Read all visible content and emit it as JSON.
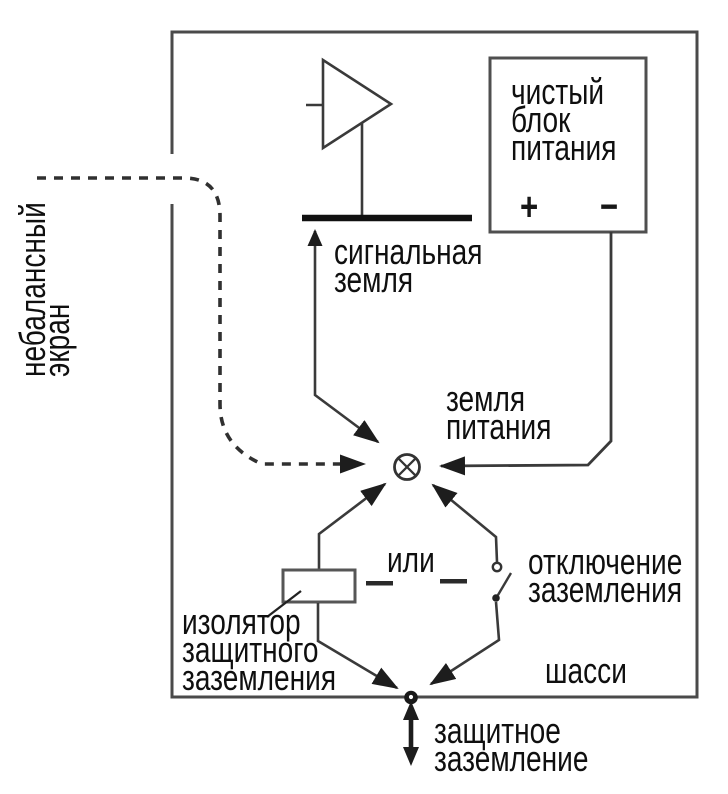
{
  "title": "grounding-scheme-diagram",
  "colors": {
    "background": "#ffffff",
    "wire": "#3a3a3a",
    "box_border": "#4f4f4f",
    "arrowhead": "#1d1d1d",
    "text": "#0f0f0f",
    "signal_ground_bar": "#111111"
  },
  "labels": {
    "unbalanced_shield": "небалансный\nэкран",
    "psu": "чистый\nблок\nпитания",
    "psu_plus": "+",
    "psu_minus": "−",
    "signal_ground": "сигнальная\nземля",
    "power_ground": "земля\nпитания",
    "or": "или",
    "ground_disconnect": "отключение\nзаземления",
    "isolator": "изолятор\nзащитного\nзаземления",
    "chassis": "шасси",
    "protective_earth": "защитное\nзаземление"
  },
  "icons": {
    "amplifier": "triangle-right",
    "summing_node": "⊗",
    "signal_ground_bar": "thick-bar",
    "ground_switch": "spst-switch",
    "isolator": "rect-in-wire",
    "protective_earth_arrow": "↕"
  }
}
